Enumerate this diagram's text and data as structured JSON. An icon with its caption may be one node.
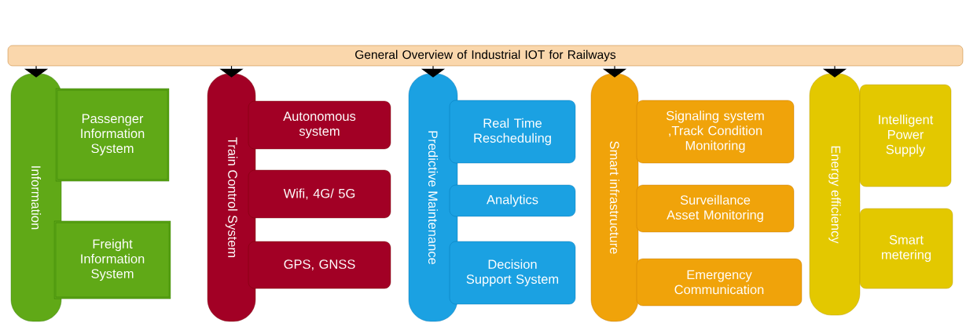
{
  "diagram": {
    "nodes": [
      {
        "text": [
          "General Overview of Industrial IOT for Railways"
        ]
      },
      {
        "text": [
          "Information"
        ]
      },
      {
        "text": [
          "Passenger Information System"
        ]
      },
      {
        "text": [
          "Freight Information System"
        ]
      },
      {
        "text": [
          "Train Control System"
        ]
      },
      {
        "text": [
          "Autonomous system"
        ]
      },
      {
        "text": [
          "Wifi, 4G/ 5G"
        ]
      },
      {
        "text": [
          "GPS, GNSS"
        ]
      },
      {
        "text": [
          "Predictive Maintenance"
        ]
      },
      {
        "text": [
          "Real Time Rescheduling"
        ]
      },
      {
        "text": [
          "Analytics"
        ]
      },
      {
        "text": [
          "Decision Support System"
        ]
      },
      {
        "text": [
          "Smart infrastructure"
        ]
      },
      {
        "text": [
          "Signaling system ,Track Condition Monitoring"
        ]
      },
      {
        "text": [
          "Surveillance Asset Monitoring"
        ]
      },
      {
        "text": [
          "Emergency Communication"
        ]
      },
      {
        "text": [
          "Energy efficiency"
        ]
      },
      {
        "text": [
          "Intelligent Power Supply"
        ]
      },
      {
        "text": [
          "Smart metering"
        ]
      }
    ],
    "edges": [
      {
        "from": 0,
        "to": 1,
        "arrow": "to"
      },
      {
        "from": 0,
        "to": 4,
        "arrow": "to"
      },
      {
        "from": 0,
        "to": 8,
        "arrow": "to"
      },
      {
        "from": 0,
        "to": 12,
        "arrow": "to"
      },
      {
        "from": 0,
        "to": 16,
        "arrow": "to"
      }
    ]
  }
}
